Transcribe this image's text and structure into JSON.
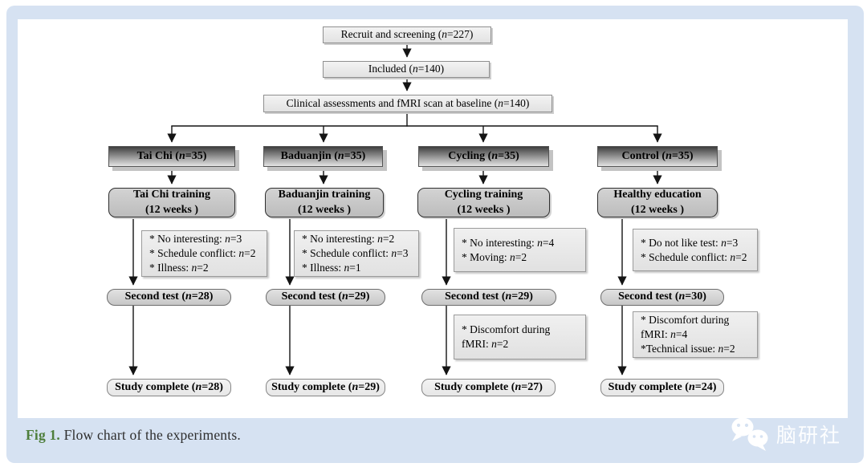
{
  "figure": {
    "top_boxes": [
      "Recruit and screening (n=227)",
      "Included (n=140)",
      "Clinical assessments and fMRI scan at baseline (n=140)"
    ],
    "columns": [
      {
        "group": "Tai Chi  (n=35)",
        "training": "Tai Chi  training\n(12 weeks )",
        "dropout1": [
          "* No interesting: n=3",
          "* Schedule conflict: n=2",
          "* Illness: n=2"
        ],
        "second_test": "Second test (n=28)",
        "dropout2": [],
        "complete": "Study complete (n=28)"
      },
      {
        "group": "Baduanjin (n=35)",
        "training": "Baduanjin training\n(12 weeks )",
        "dropout1": [
          "* No interesting: n=2",
          "* Schedule conflict: n=3",
          "* Illness: n=1"
        ],
        "second_test": "Second test (n=29)",
        "dropout2": [],
        "complete": "Study complete (n=29)"
      },
      {
        "group": "Cycling (n=35)",
        "training": "Cycling training\n(12 weeks )",
        "dropout1": [
          "* No interesting: n=4",
          "* Moving: n=2"
        ],
        "second_test": "Second test (n=29)",
        "dropout2": [
          "* Discomfort during",
          "fMRI: n=2"
        ],
        "complete": "Study complete (n=27)"
      },
      {
        "group": "Control (n=35)",
        "training": "Healthy education\n(12 weeks )",
        "dropout1": [
          "* Do not like test: n=3",
          "* Schedule conflict: n=2"
        ],
        "second_test": "Second test (n=30)",
        "dropout2": [
          "* Discomfort during",
          "fMRI: n=4",
          "*Technical issue: n=2"
        ],
        "complete": "Study complete  (n=24)"
      }
    ]
  },
  "caption": {
    "label": "Fig 1.",
    "text": " Flow chart of the experiments."
  },
  "watermark": {
    "name": "脑研社"
  },
  "colors": {
    "frame_blue": "#d6e2f2",
    "caption_green": "#4e7e3b",
    "arrow_black": "#141414"
  }
}
